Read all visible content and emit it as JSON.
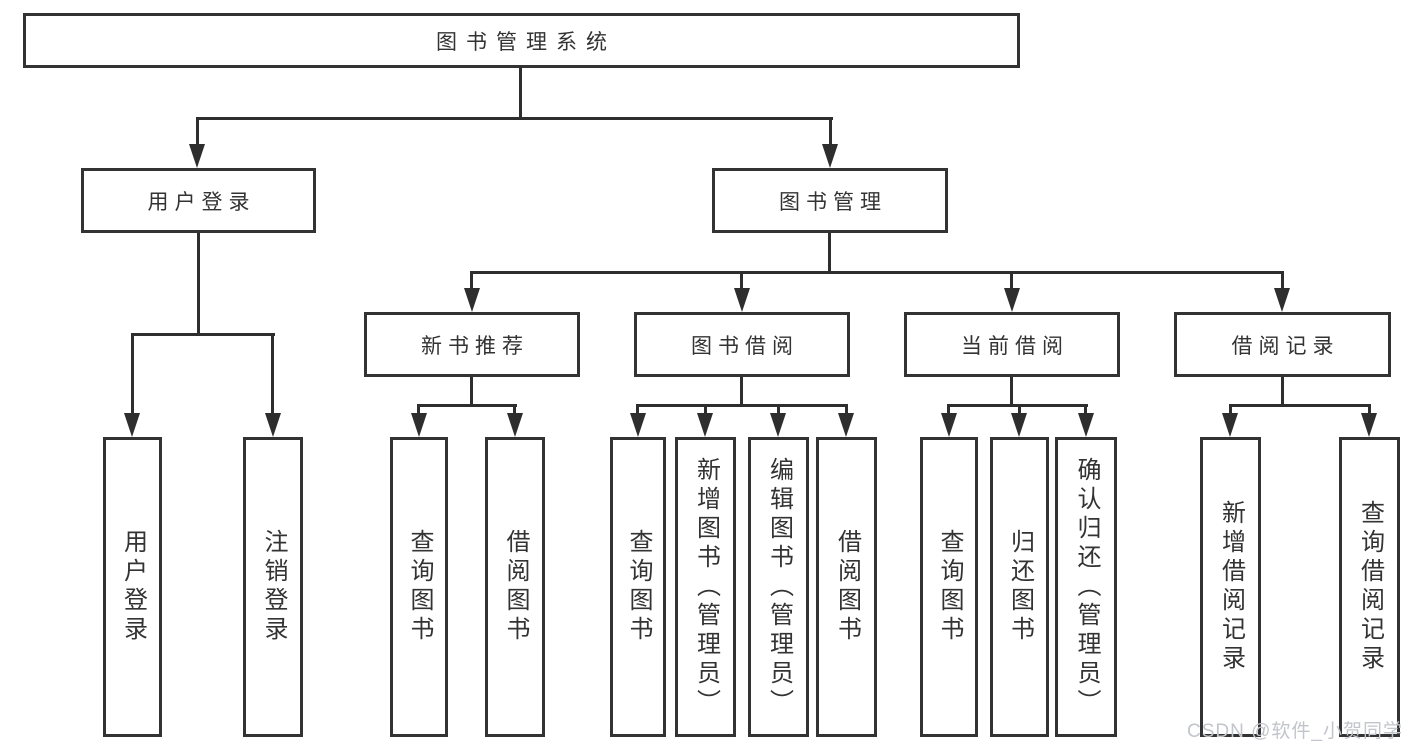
{
  "diagram": {
    "root": {
      "label": "图书管理系统"
    },
    "level2": [
      {
        "label": "用户登录"
      },
      {
        "label": "图书管理"
      }
    ],
    "level3": [
      {
        "label": "新书推荐",
        "parent": "图书管理"
      },
      {
        "label": "图书借阅",
        "parent": "图书管理"
      },
      {
        "label": "当前借阅",
        "parent": "图书管理"
      },
      {
        "label": "借阅记录",
        "parent": "图书管理"
      }
    ],
    "leaves": [
      {
        "label": "用户登录",
        "parent": "用户登录"
      },
      {
        "label": "注销登录",
        "parent": "用户登录"
      },
      {
        "label": "查询图书",
        "parent": "新书推荐"
      },
      {
        "label": "借阅图书",
        "parent": "新书推荐"
      },
      {
        "label": "查询图书",
        "parent": "图书借阅"
      },
      {
        "label": "新增图书（管理员）",
        "parent": "图书借阅"
      },
      {
        "label": "编辑图书（管理员）",
        "parent": "图书借阅"
      },
      {
        "label": "借阅图书",
        "parent": "图书借阅"
      },
      {
        "label": "查询图书",
        "parent": "当前借阅"
      },
      {
        "label": "归还图书",
        "parent": "当前借阅"
      },
      {
        "label": "确认归还（管理员）",
        "parent": "当前借阅"
      },
      {
        "label": "新增借阅记录",
        "parent": "借阅记录"
      },
      {
        "label": "查询借阅记录",
        "parent": "借阅记录"
      }
    ],
    "watermark": "CSDN @软件_小贺同学",
    "colors": {
      "line": "#2e2e2e",
      "border": "#333333",
      "text": "#333333",
      "watermark": "#c2c5cb",
      "background": "#ffffff"
    }
  }
}
